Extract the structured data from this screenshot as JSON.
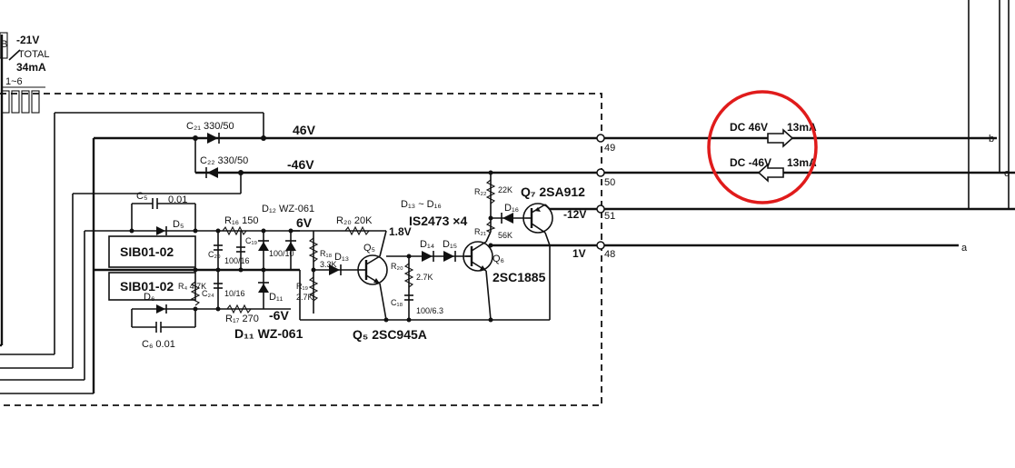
{
  "colors": {
    "ink": "#111111",
    "highlight": "#e01b1b",
    "paper": "#ffffff"
  },
  "supply": {
    "rail_label": "-21V",
    "total_label": "TOTAL",
    "current": "34mA",
    "range": "1~6",
    "ref": "B"
  },
  "labels": {
    "c21": "C₂₁ 330/50",
    "c22": "C₂₂ 330/50",
    "v46": "46V",
    "vneg46": "-46V",
    "c5": "C₅",
    "c5_val": "0.01",
    "d5": "D₅",
    "d12_top": "D₁₂ WZ-061",
    "r16": "R₁₆ 150",
    "v6": "6V",
    "r20": "R₂₀ 20K",
    "v18": "1.8V",
    "d13_range": "D₁₃ ~ D₁₆",
    "diode_part": "IS2473 ×4",
    "q7": "Q₇ 2SA912",
    "r22": "R₂₂",
    "r22_val": "22K",
    "rect1": "SIB01-02",
    "rect2": "SIB01-02",
    "c20": "C₂₀",
    "c20_val": "100/16",
    "c19": "C₁₉",
    "c19_val": "100/10",
    "r18": "R₁₈",
    "r18_val": "3.3K",
    "d13": "D₁₃",
    "q5": "Q₅",
    "d14": "D₁₄",
    "d15": "D₁₅",
    "d16": "D₁₆",
    "r21": "R₂₁",
    "r21_val": "56K",
    "vneg12": "-12V",
    "q6": "Q₆",
    "q6_part": "2SC1885",
    "v1": "1V",
    "r19": "R₁₉",
    "r19_val": "2.7K",
    "r20b": "R₂₀",
    "r20b_val": "2.7K",
    "c18": "C₁₈",
    "c18_val": "100/6.3",
    "r4": "R₄ 4.7K",
    "c24": "C₂₄",
    "c24_val": "10/16",
    "d6": "D₆",
    "r17": "R₁₇ 270",
    "vneg6": "-6V",
    "d11": "D₁₁",
    "d11_part": "D₁₁ WZ-061",
    "c6": "C₆ 0.01",
    "q5_part": "Q₅ 2SC945A"
  },
  "pins": [
    "49",
    "50",
    "51",
    "48"
  ],
  "annotations": {
    "dc_pos": "DC 46V",
    "dc_pos_i": "13mA",
    "dc_neg": "DC -46V",
    "dc_neg_i": "13mA"
  },
  "connectors": {
    "b": "b",
    "c": "c",
    "a": "a"
  }
}
